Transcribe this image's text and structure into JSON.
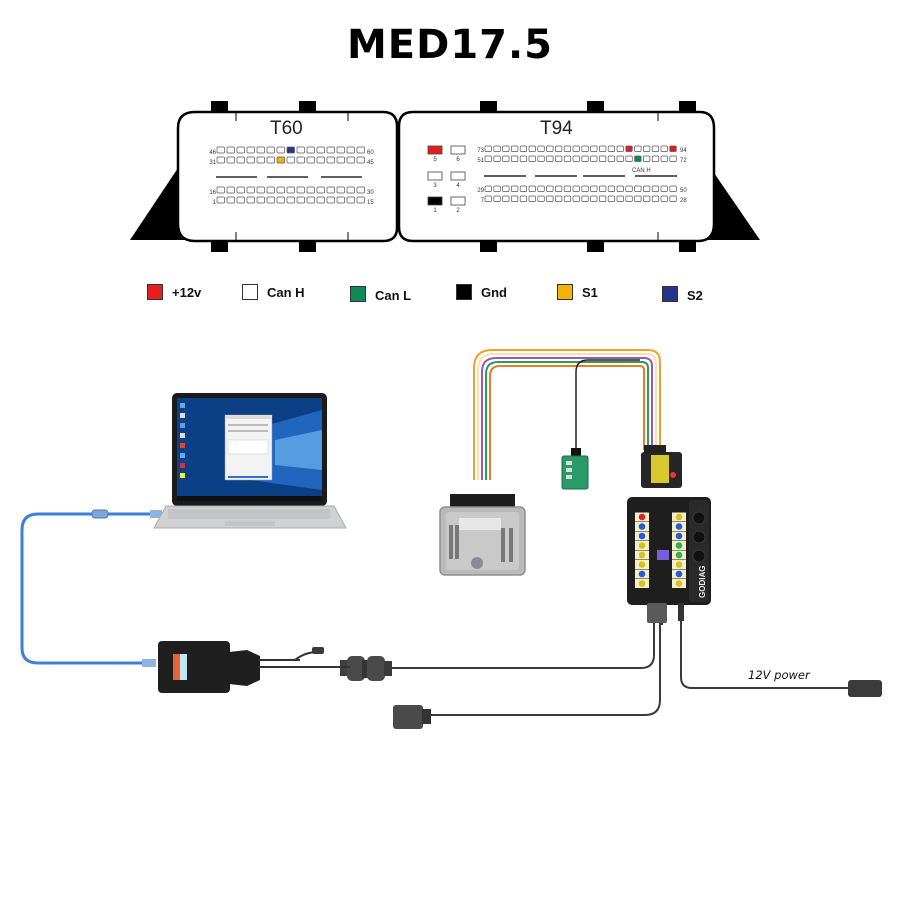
{
  "title": "MED17.5",
  "connectors": {
    "t60": {
      "name": "T60",
      "rows": [
        {
          "left": "46",
          "right": "60",
          "count": 15
        },
        {
          "left": "31",
          "right": "45",
          "count": 15
        },
        {
          "left": "16",
          "right": "30",
          "count": 15
        },
        {
          "left": "1",
          "right": "15",
          "count": 15
        }
      ],
      "highlighted_pins": [
        {
          "pin": "53",
          "row": 0,
          "index": 7,
          "signal": "S2"
        },
        {
          "pin": "37",
          "row": 1,
          "index": 6,
          "signal": "S1"
        }
      ]
    },
    "t94": {
      "name": "T94",
      "power_pins": [
        {
          "label": "5",
          "signal": "+12v"
        },
        {
          "label": "6",
          "signal": ""
        },
        {
          "label": "3",
          "signal": ""
        },
        {
          "label": "4",
          "signal": ""
        },
        {
          "label": "1",
          "signal": "Gnd"
        },
        {
          "label": "2",
          "signal": ""
        }
      ],
      "rows": [
        {
          "left": "73",
          "right": "94",
          "count": 22
        },
        {
          "left": "51",
          "right": "72",
          "count": 22
        },
        {
          "left": "29",
          "right": "50",
          "count": 22
        },
        {
          "left": "7",
          "right": "28",
          "count": 22
        }
      ],
      "highlighted_pins": [
        {
          "row": 0,
          "index": 16,
          "signal": "+12v"
        },
        {
          "row": 0,
          "index": 21,
          "signal": "+12v"
        },
        {
          "row": 1,
          "index": 17,
          "signal": "Can L"
        }
      ],
      "annotation": "CAN H"
    }
  },
  "legend": [
    {
      "label": "+12v",
      "color": "#e41e1e"
    },
    {
      "label": "Can H",
      "color": "#ffffff"
    },
    {
      "label": "Can L",
      "color": "#0e8a5a"
    },
    {
      "label": "Gnd",
      "color": "#000000"
    },
    {
      "label": "S1",
      "color": "#f5b20c"
    },
    {
      "label": "S2",
      "color": "#27348b"
    }
  ],
  "devices": {
    "laptop": "laptop",
    "ecu": "MED17.5 ECU",
    "breakout_box": "GODIAG breakout box",
    "programmer": "programmer interface",
    "adapter_board": "adapter board",
    "power_label": "12V power"
  },
  "colors": {
    "usb_cable": "#3b82d6",
    "cable": "#3a3a3a"
  }
}
